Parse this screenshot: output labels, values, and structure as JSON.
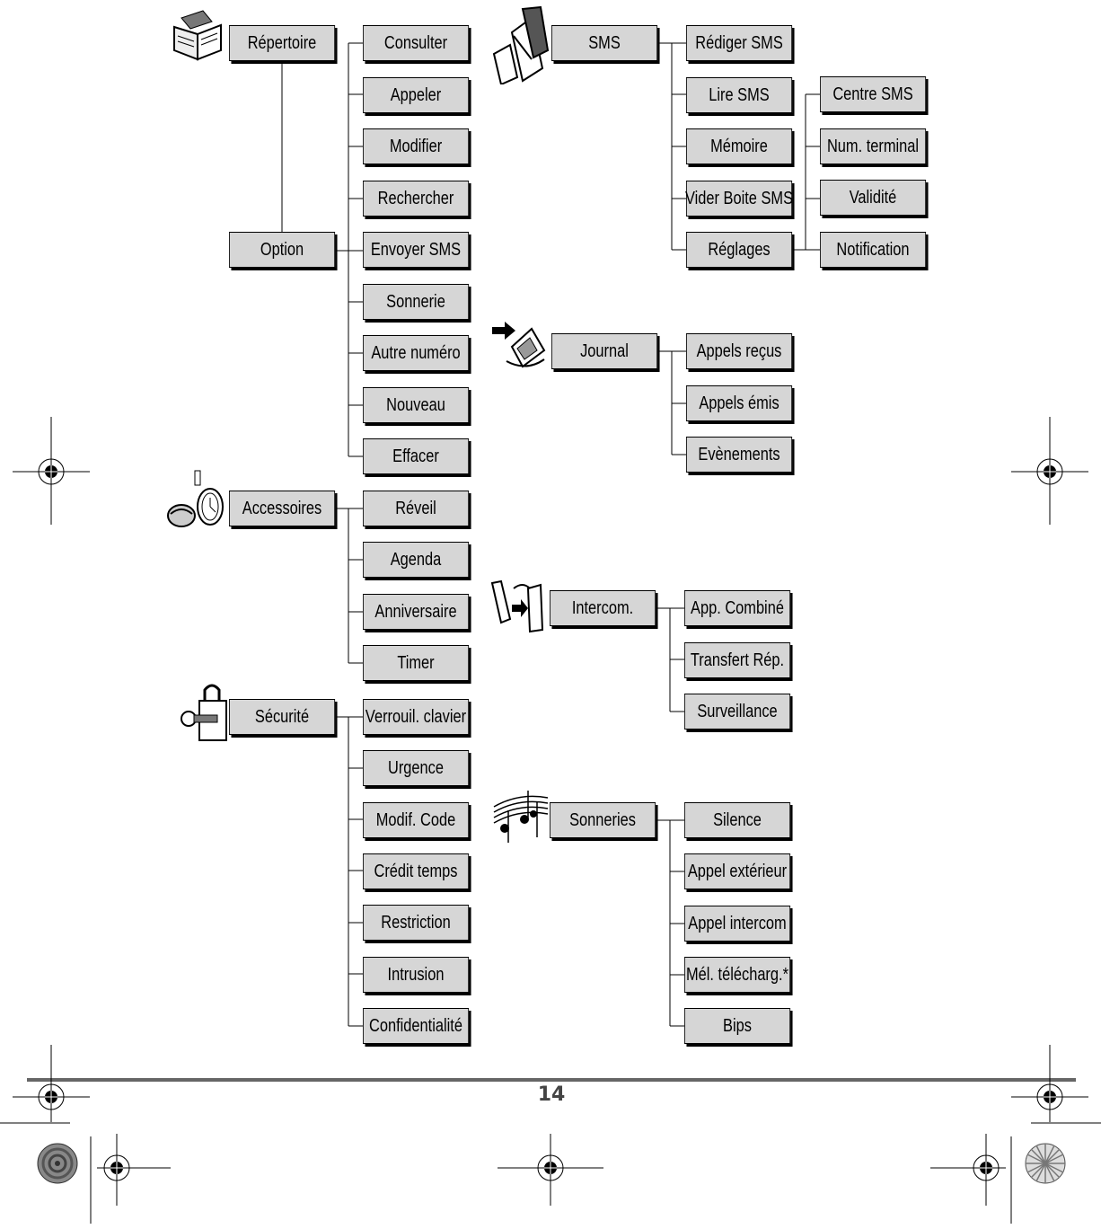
{
  "menu": {
    "repertoire": {
      "label": "Répertoire",
      "option_label": "Option",
      "items": [
        "Consulter",
        "Appeler",
        "Modifier",
        "Rechercher",
        "Envoyer SMS",
        "Sonnerie",
        "Autre numéro",
        "Nouveau",
        "Effacer"
      ]
    },
    "accessoires": {
      "label": "Accessoires",
      "items": [
        "Réveil",
        "Agenda",
        "Anniversaire",
        "Timer"
      ]
    },
    "securite": {
      "label": "Sécurité",
      "items": [
        "Verrouil. clavier",
        "Urgence",
        "Modif. Code",
        "Crédit temps",
        "Restriction",
        "Intrusion",
        "Confidentialité"
      ]
    },
    "sms": {
      "label": "SMS",
      "items": [
        "Rédiger SMS",
        "Lire SMS",
        "Mémoire",
        "Vider Boite SMS",
        "Réglages"
      ],
      "reglages_items": [
        "Centre SMS",
        "Num. terminal",
        "Validité",
        "Notification"
      ]
    },
    "journal": {
      "label": "Journal",
      "items": [
        "Appels reçus",
        "Appels émis",
        "Evènements"
      ]
    },
    "intercom": {
      "label": "Intercom.",
      "items": [
        "App. Combiné",
        "Transfert Rép.",
        "Surveillance"
      ]
    },
    "sonneries": {
      "label": "Sonneries",
      "items": [
        "Silence",
        "Appel extérieur",
        "Appel intercom",
        "Mél. télécharg.*",
        "Bips"
      ]
    }
  },
  "icons": [
    "book-icon",
    "alarm-clock-icon",
    "padlock-key-icon",
    "letters-icon",
    "call-log-icon",
    "handset-transfer-icon",
    "music-notes-icon",
    "registration-mark-icon",
    "color-wheel-icon"
  ],
  "footer": {
    "page_number": "14"
  },
  "colors": {
    "box_fill": "#d6d6d6",
    "rule": "#555555"
  }
}
